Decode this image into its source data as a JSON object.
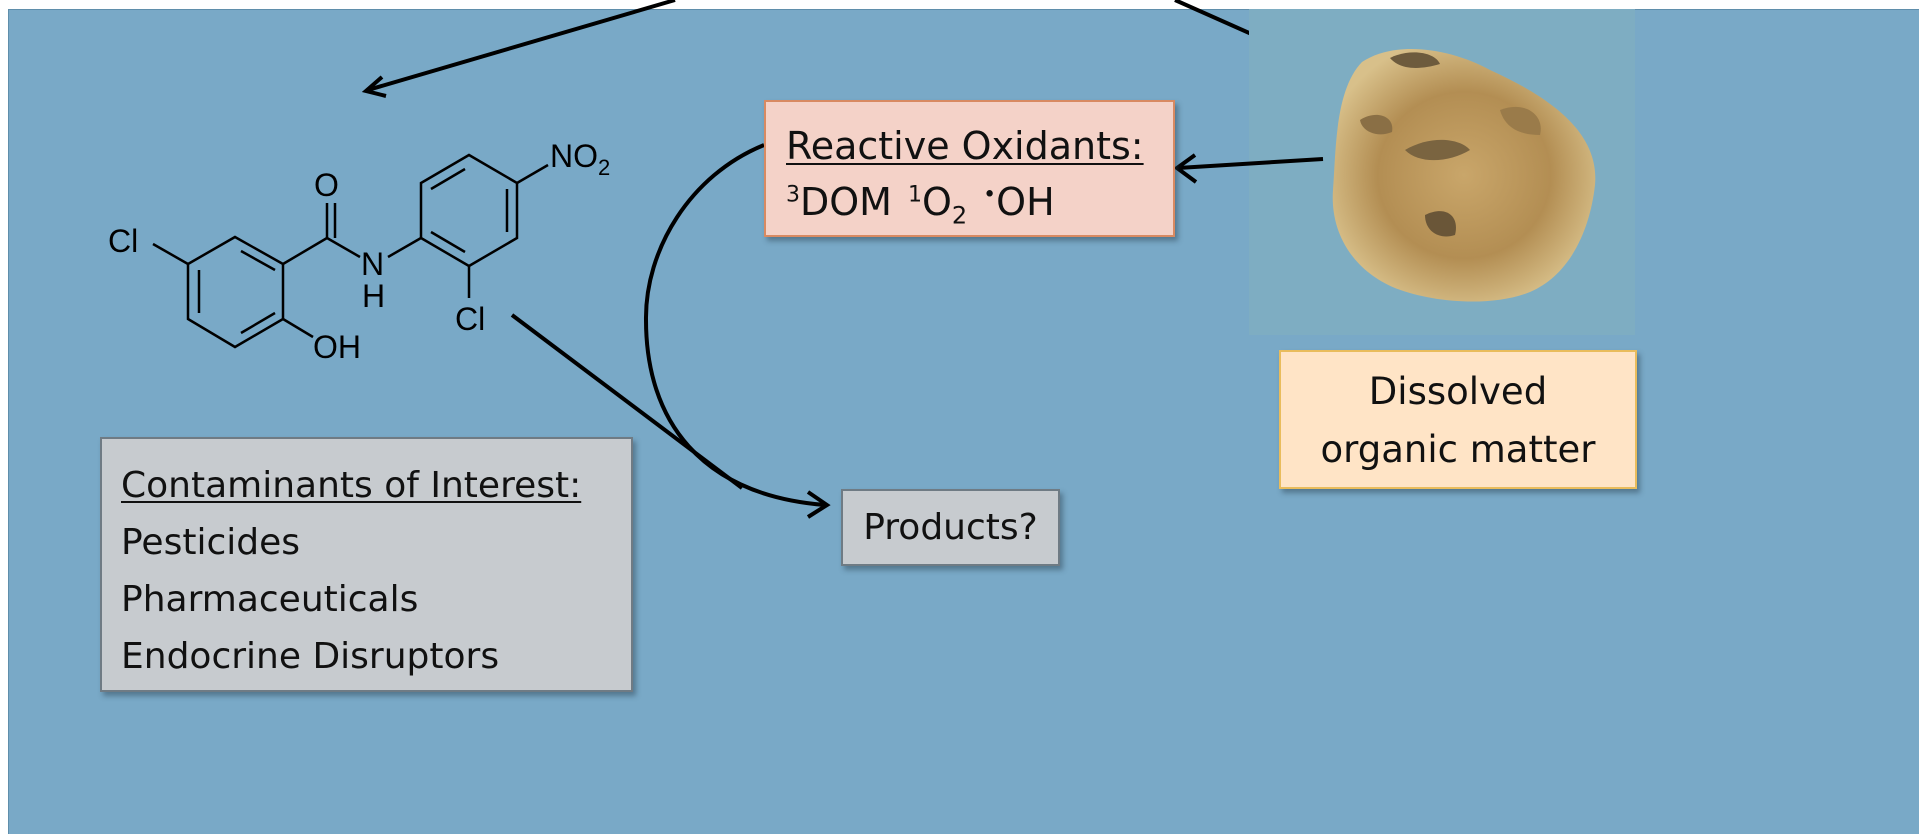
{
  "contaminants": {
    "heading": "Contaminants of Interest:",
    "items": [
      "Pesticides",
      "Pharmaceuticals",
      "Endocrine Disruptors"
    ]
  },
  "oxidants": {
    "heading": "Reactive Oxidants:",
    "species": [
      {
        "pre_sup": "3",
        "base": "DOM",
        "sub": ""
      },
      {
        "pre_sup": "1",
        "base": "O",
        "sub": "2"
      },
      {
        "pre_sup": "•",
        "base": "OH",
        "sub": ""
      }
    ]
  },
  "products": {
    "label": "Products?"
  },
  "dom": {
    "line1": "Dissolved",
    "line2": "organic matter"
  },
  "molecule": {
    "atoms": {
      "cl_left": "Cl",
      "o_carbonyl": "O",
      "n_amide": "N",
      "h_amide": "H",
      "oh": "OH",
      "no2_base": "NO",
      "no2_sub": "2",
      "cl_right": "Cl"
    }
  },
  "colors": {
    "slide_bg": "#79a9c7",
    "contaminants_bg": "#c7cbcf",
    "oxidants_bg": "#f4d2c8",
    "dom_bg": "#ffe4c6",
    "arrow": "#000000"
  }
}
